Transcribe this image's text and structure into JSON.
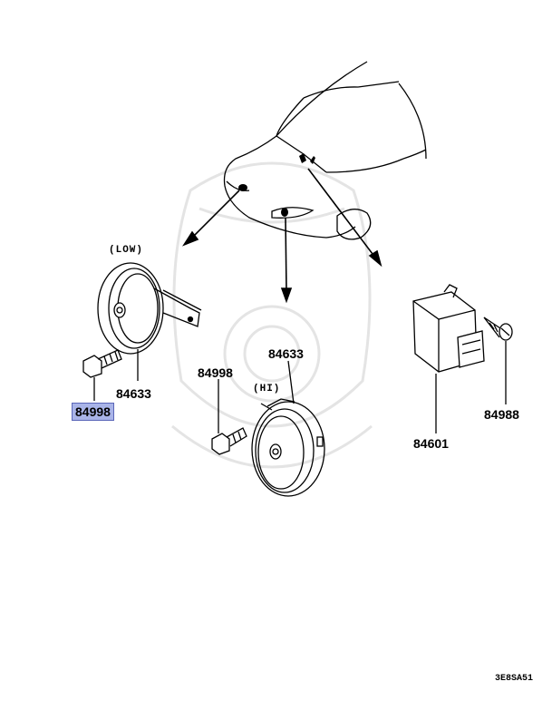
{
  "labels": {
    "low": "(LOW)",
    "hi": "(HI)",
    "horn_low_part": "84633",
    "horn_hi_part": "84633",
    "bolt_left_part": "84998",
    "bolt_mid_part": "84998",
    "relay_part": "84601",
    "screw_part": "84988",
    "diagram_code": "3E8SA51"
  },
  "highlight_color": "#a9b4e8"
}
